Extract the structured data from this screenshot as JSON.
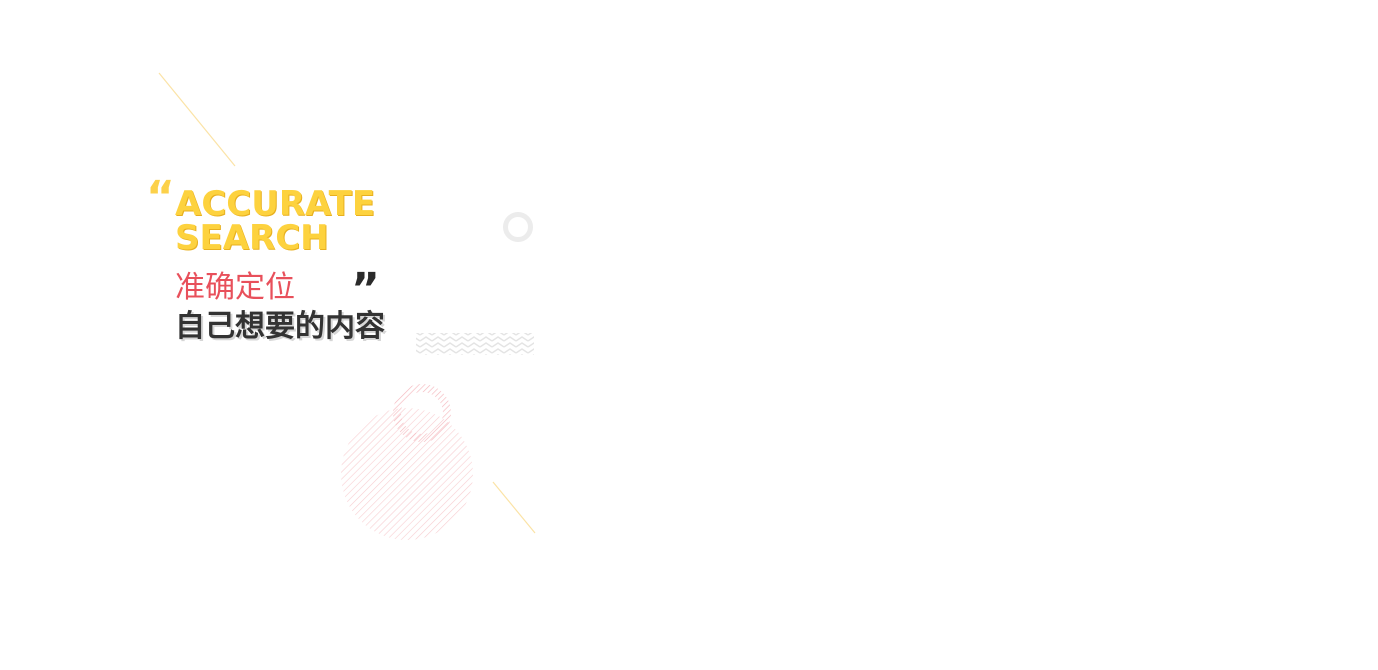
{
  "banner": {
    "quote_open": "“",
    "quote_close": "”",
    "title_en_line1": "ACCURATE",
    "title_en_line2": "SEARCH",
    "subtitle_cn": "准确定位",
    "heading_cn": "自己想要的内容"
  },
  "colors": {
    "accent_yellow": "#fdd23e",
    "accent_red": "#e8505b",
    "text_dark": "#333333",
    "deco_gray": "#ececec",
    "deco_pink": "#f7c9cc"
  },
  "decorations": {
    "icons": [
      "diagonal-line-top",
      "diagonal-line-bottom",
      "ring-gray",
      "ring-pink",
      "striped-circle",
      "zigzag-pattern"
    ]
  }
}
